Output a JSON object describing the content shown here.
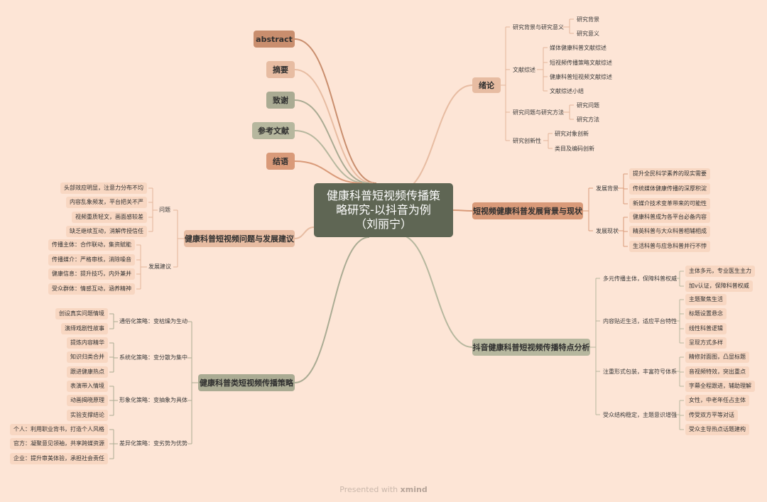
{
  "root": {
    "line1": "健康科普短视频传播策",
    "line2": "略研究-以抖音为例",
    "line3": "（刘丽宁）"
  },
  "topics": {
    "abstract": "abstract",
    "zhaiyao": "摘要",
    "zhixie": "致谢",
    "cankao": "参考文献",
    "jieyu": "结语",
    "xulun": {
      "label": "绪论",
      "groups": [
        {
          "label": "研究背景与研究意义",
          "items": [
            "研究背景",
            "研究意义"
          ]
        },
        {
          "label": "文献综述",
          "items": [
            "媒体健康科普文献综述",
            "短视频传播策略文献综述",
            "健康科普短视频文献综述",
            "文献综述小结"
          ]
        },
        {
          "label": "研究问题与研究方法",
          "items": [
            "研究问题",
            "研究方法"
          ]
        },
        {
          "label": "研究创新性",
          "items": [
            "研究对象创新",
            "类目及编码创新"
          ]
        }
      ]
    },
    "background": {
      "label": "短视频健康科普发展背景与现状",
      "groups": [
        {
          "label": "发展背景",
          "items": [
            "提升全民科学素养的现实需要",
            "传统媒体健康传播的深厚积淀",
            "新媒介技术变革带来的可能性"
          ]
        },
        {
          "label": "发展现状",
          "items": [
            "健康科普成为各平台必备内容",
            "精英科普与大众科普相辅相成",
            "生活科普与应急科普并行不悖"
          ]
        }
      ]
    },
    "features": {
      "label": "抖音健康科普短视频传播特点分析",
      "groups": [
        {
          "label": "多元传播主体，保障科普权威",
          "items": [
            "主体多元，专业医生主力",
            "加v认证，保障科普权威"
          ]
        },
        {
          "label": "内容贴近生活，适应平台特性",
          "items": [
            "主题聚焦生活",
            "标题设置悬念",
            "线性科普逻辑",
            "呈现方式多样"
          ]
        },
        {
          "label": "注重形式包装，丰富符号体系",
          "items": [
            "精修封面图，凸显标题",
            "音视频特效，突出重点",
            "字幕全程跟进，辅助理解"
          ]
        },
        {
          "label": "受众结构稳定，主题意识增强",
          "items": [
            "女性，中老年任占主体",
            "传受双方平等对话",
            "受众主导热点话题建构"
          ]
        }
      ]
    },
    "problems": {
      "label": "健康科普短视频问题与发展建议",
      "groups": [
        {
          "label": "问题",
          "items": [
            "头部效应明显，注意力分布不均",
            "内容乱象频发，平台把关不严",
            "视频重质轻文，画面感较差",
            "缺乏继续互动，消解传授信任"
          ]
        },
        {
          "label": "发展建议",
          "items": [
            "传播主体：合作联动，集资赋能",
            "传播媒介：严格审核，消除噪音",
            "健康信息：提升技巧，内外兼并",
            "受众群体：情感互动，涵养精神"
          ]
        }
      ]
    },
    "strategy": {
      "label": "健康科普类短视频传播策略",
      "groups": [
        {
          "label": "通俗化策略：变枯燥为生动",
          "items": [
            "创设真实问题情境",
            "演绎戏剧性故事"
          ]
        },
        {
          "label": "系统化策略：变分散为集中",
          "items": [
            "提炼内容精华",
            "知识归类合并",
            "跟进健康热点"
          ]
        },
        {
          "label": "形象化策略：变抽象为具体",
          "items": [
            "表演带入情境",
            "动画揭晓原理",
            "实验支撑结论"
          ]
        },
        {
          "label": "差异化策略：变劣势为优势",
          "items": [
            "个人：利用职业背书，打造个人风格",
            "官方：凝聚意见领袖，共享跨媒资源",
            "企业：提升审美体验，承担社会责任"
          ]
        }
      ]
    }
  },
  "footer": {
    "prefix": "Presented with",
    "brand": "xmind"
  },
  "colors": {
    "background": "#fde5d6",
    "root": "#5f6654",
    "abstract": "#c98e6e",
    "zhaiyao": "#e7bca2",
    "zhixie": "#aaab93",
    "cankao": "#b6b79e",
    "jieyu": "#d99a79",
    "leaf": "#f8d7c2"
  }
}
